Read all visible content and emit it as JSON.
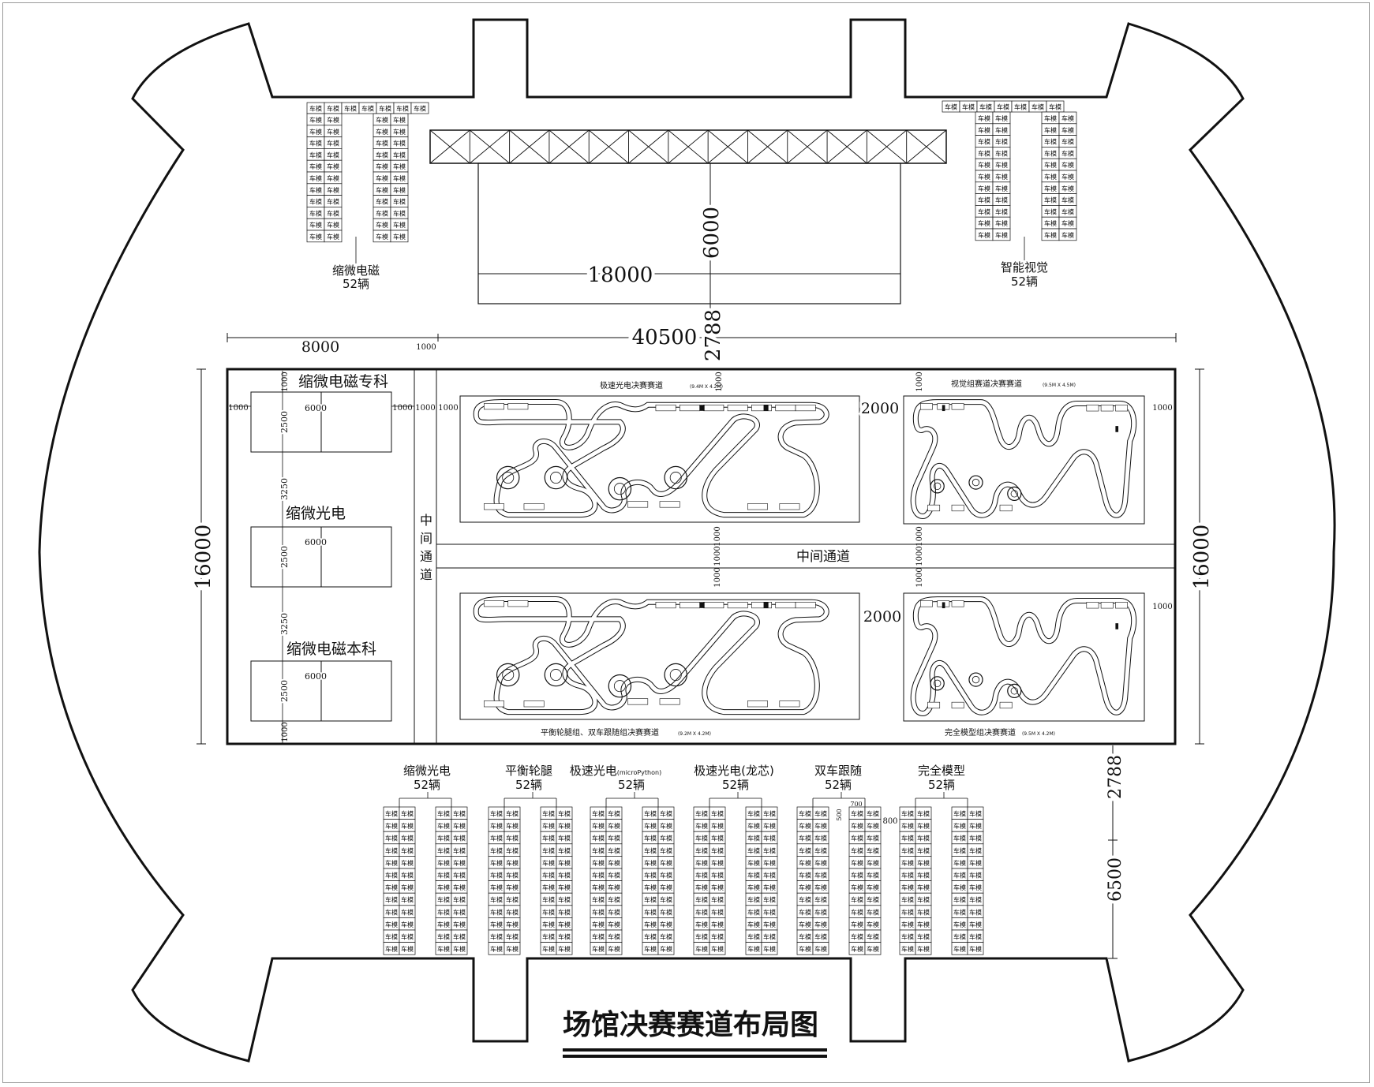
{
  "title": "场馆决赛赛道布局图",
  "colors": {
    "line": "#111111",
    "background": "#ffffff",
    "frame": "#9a9a9a"
  },
  "dimensions": {
    "stage_width": "18000",
    "stage_depth": "6000",
    "hall_width": "40500",
    "aisle_gap": "2788",
    "left_zone_width": "8000",
    "left_zone_gap": "1000",
    "area_height": "16000",
    "pit_depth": "6500",
    "track_gap": "2000",
    "clearance": "1000",
    "table_width": "6000",
    "table_depth": "2500",
    "table_spacing": "3250",
    "seat_spacing_a": "500",
    "seat_spacing_b": "700",
    "seat_spacing_c": "800"
  },
  "pit_label": "车模",
  "top_pits": [
    {
      "name": "缩微电磁",
      "count": "52辆"
    },
    {
      "name": "智能视觉",
      "count": "52辆"
    }
  ],
  "bottom_pits": [
    {
      "name": "缩微光电",
      "count": "52辆"
    },
    {
      "name": "平衡轮腿",
      "count": "52辆"
    },
    {
      "name": "极速光电",
      "name_small": "(microPython)",
      "count": "52辆"
    },
    {
      "name": "极速光电(龙芯)",
      "count": "52辆"
    },
    {
      "name": "双车跟随",
      "count": "52辆"
    },
    {
      "name": "完全模型",
      "count": "52辆"
    }
  ],
  "practice_tables": [
    {
      "name": "缩微电磁专科"
    },
    {
      "name": "缩微光电"
    },
    {
      "name": "缩微电磁本科"
    }
  ],
  "aisles": {
    "vertical": [
      "中",
      "间",
      "通",
      "道"
    ],
    "horizontal": "中间通道"
  },
  "tracks": {
    "top_left": {
      "caption": "极速光电决赛赛道",
      "note": "(9.4M X 4.2M)"
    },
    "top_right": {
      "caption": "视觉组赛道决赛赛道",
      "note": "(9.5M X 4.5M)"
    },
    "bottom_left": {
      "caption": "平衡轮腿组、双车跟随组决赛赛道",
      "note": "(9.2M X 4.2M)"
    },
    "bottom_right": {
      "caption": "完全模型组决赛赛道",
      "note": "(9.5M X 4.2M)"
    }
  }
}
